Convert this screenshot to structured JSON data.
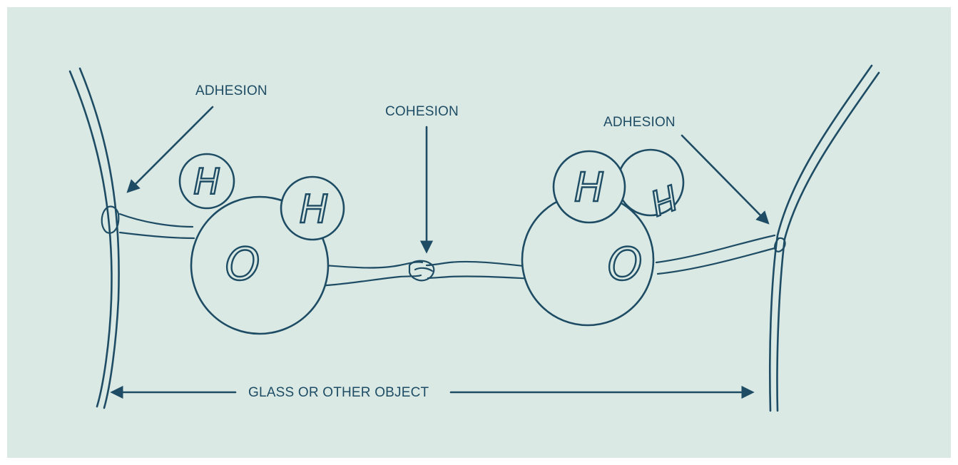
{
  "labels": {
    "adhesion_left": "ADHESION",
    "cohesion": "COHESION",
    "adhesion_right": "ADHESION",
    "glass": "GLASS OR OTHER OBJECT"
  },
  "molecule_left": {
    "oxygen": "O",
    "hydrogen_1": "H",
    "hydrogen_2": "H"
  },
  "molecule_right": {
    "oxygen": "O",
    "hydrogen_1": "H",
    "hydrogen_2": "H"
  },
  "colors": {
    "background": "#dbe9e4",
    "ink": "#1d4c64"
  }
}
